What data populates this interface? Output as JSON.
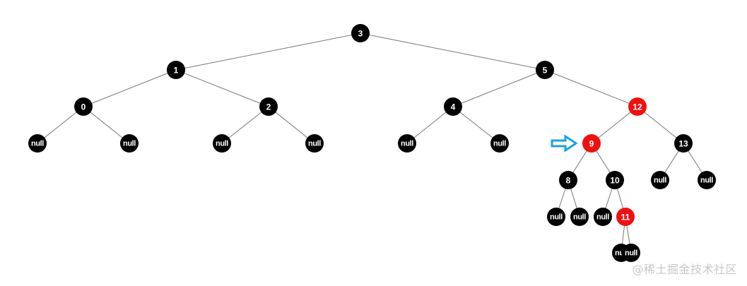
{
  "tree": {
    "colors": {
      "black": "#000000",
      "red": "#ee1111",
      "edge": "#777777",
      "arrow": "#1aa3e0",
      "label": "#ffffff"
    },
    "nodes": [
      {
        "id": "n3",
        "label": "3",
        "color": "black",
        "parent": null
      },
      {
        "id": "n1",
        "label": "1",
        "color": "black",
        "parent": "n3"
      },
      {
        "id": "n5",
        "label": "5",
        "color": "black",
        "parent": "n3"
      },
      {
        "id": "n0",
        "label": "0",
        "color": "black",
        "parent": "n1"
      },
      {
        "id": "n2",
        "label": "2",
        "color": "black",
        "parent": "n1"
      },
      {
        "id": "n4",
        "label": "4",
        "color": "black",
        "parent": "n5"
      },
      {
        "id": "n12",
        "label": "12",
        "color": "red",
        "parent": "n5"
      },
      {
        "id": "nl0a",
        "label": "null",
        "color": "black",
        "parent": "n0"
      },
      {
        "id": "nl0b",
        "label": "null",
        "color": "black",
        "parent": "n0"
      },
      {
        "id": "nl2a",
        "label": "null",
        "color": "black",
        "parent": "n2"
      },
      {
        "id": "nl2b",
        "label": "null",
        "color": "black",
        "parent": "n2"
      },
      {
        "id": "nl4a",
        "label": "null",
        "color": "black",
        "parent": "n4"
      },
      {
        "id": "nl4b",
        "label": "null",
        "color": "black",
        "parent": "n4"
      },
      {
        "id": "n9",
        "label": "9",
        "color": "red",
        "parent": "n12"
      },
      {
        "id": "n13",
        "label": "13",
        "color": "black",
        "parent": "n12"
      },
      {
        "id": "n8",
        "label": "8",
        "color": "black",
        "parent": "n9"
      },
      {
        "id": "n10",
        "label": "10",
        "color": "black",
        "parent": "n9"
      },
      {
        "id": "nl13a",
        "label": "null",
        "color": "black",
        "parent": "n13"
      },
      {
        "id": "nl13b",
        "label": "null",
        "color": "black",
        "parent": "n13"
      },
      {
        "id": "nl8a",
        "label": "null",
        "color": "black",
        "parent": "n8"
      },
      {
        "id": "nl8b",
        "label": "null",
        "color": "black",
        "parent": "n8"
      },
      {
        "id": "nl10a",
        "label": "null",
        "color": "black",
        "parent": "n10"
      },
      {
        "id": "n11",
        "label": "11",
        "color": "red",
        "parent": "n10"
      },
      {
        "id": "nl11a",
        "label": "null",
        "color": "black",
        "parent": "n11"
      },
      {
        "id": "nl11b",
        "label": "null",
        "color": "black",
        "parent": "n11"
      }
    ],
    "pointer_target": "n9"
  },
  "watermark": "@稀土掘金技术社区"
}
